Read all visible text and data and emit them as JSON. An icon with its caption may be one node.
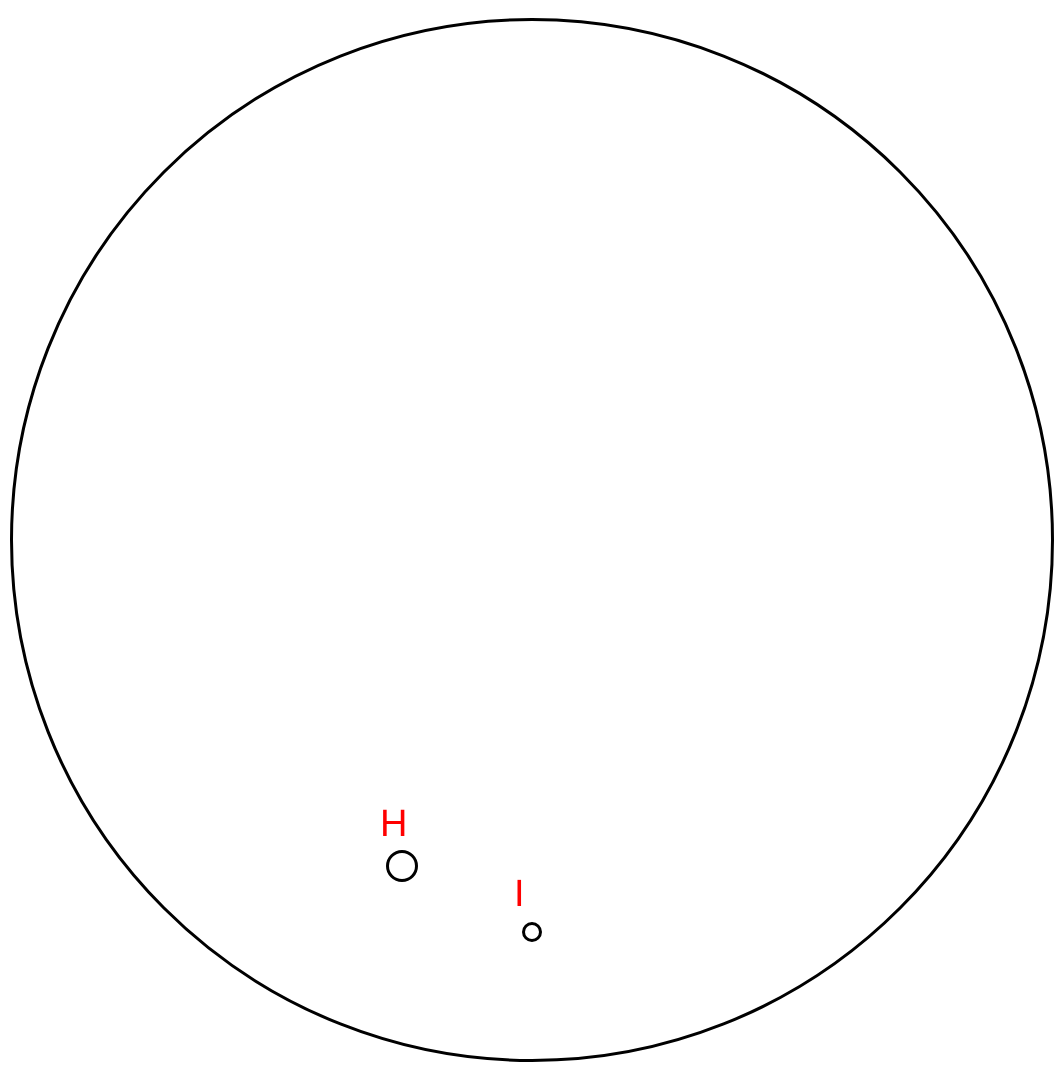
{
  "diagram": {
    "nodes": [
      {
        "text": [],
        "shape": "circle"
      },
      {
        "text": [],
        "shape": "circle",
        "in": 0,
        "beside": [
          "H"
        ]
      },
      {
        "text": [],
        "shape": "circle",
        "in": 0,
        "beside": [
          "I"
        ]
      }
    ]
  }
}
